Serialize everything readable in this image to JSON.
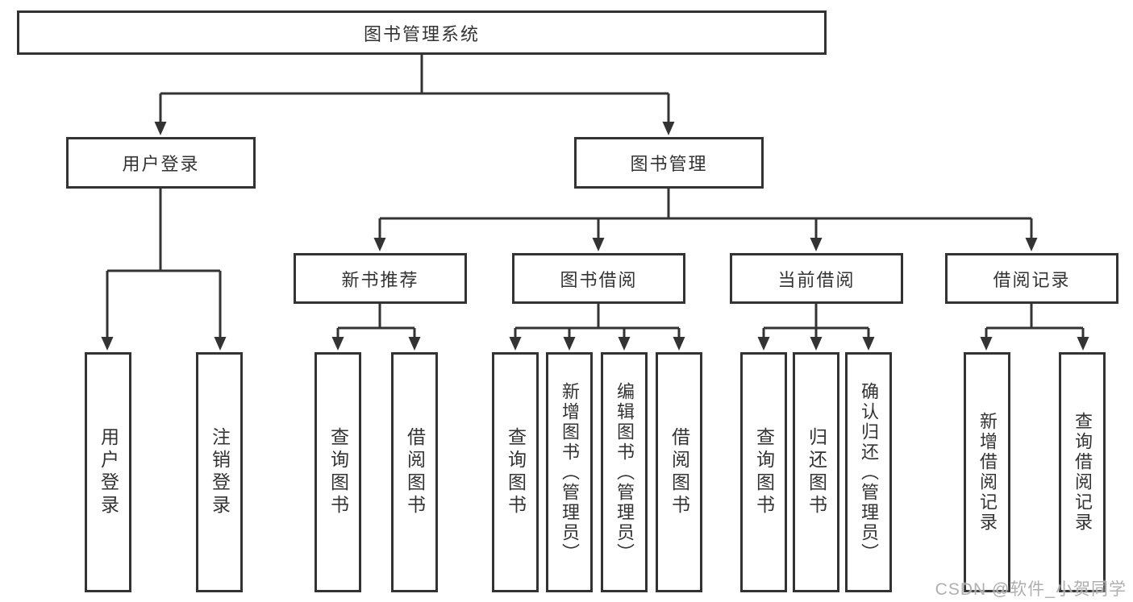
{
  "diagram": {
    "root": {
      "label": "图书管理系统"
    },
    "branches": [
      {
        "label": "用户登录",
        "children": [
          {
            "label": "用户登录"
          },
          {
            "label": "注销登录"
          }
        ]
      },
      {
        "label": "图书管理",
        "children": [
          {
            "label": "新书推荐",
            "children": [
              {
                "label": "查询图书"
              },
              {
                "label": "借阅图书"
              }
            ]
          },
          {
            "label": "图书借阅",
            "children": [
              {
                "label": "查询图书"
              },
              {
                "label": "新增图书（管理员）"
              },
              {
                "label": "编辑图书（管理员）"
              },
              {
                "label": "借阅图书"
              }
            ]
          },
          {
            "label": "当前借阅",
            "children": [
              {
                "label": "查询图书"
              },
              {
                "label": "归还图书"
              },
              {
                "label": "确认归还（管理员）"
              }
            ]
          },
          {
            "label": "借阅记录",
            "children": [
              {
                "label": "新增借阅记录"
              },
              {
                "label": "查询借阅记录"
              }
            ]
          }
        ]
      }
    ],
    "watermark": "CSDN @软件_小贺同学",
    "colors": {
      "line": "#333333",
      "text": "#333333",
      "background": "#ffffff",
      "watermark": "#a8a8a8"
    }
  }
}
